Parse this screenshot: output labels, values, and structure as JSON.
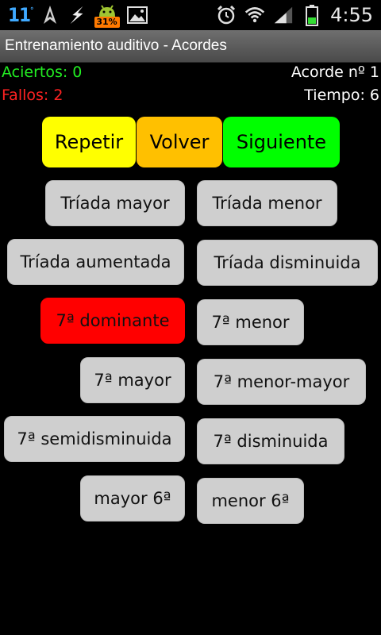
{
  "statusbar": {
    "temperature": "11",
    "temp_unit": "°",
    "battery_badge": "31%",
    "time": "4:55"
  },
  "app": {
    "title": "Entrenamiento auditivo - Acordes"
  },
  "stats": {
    "aciertos": "Aciertos: 0",
    "fallos": "Fallos: 2",
    "acorde": "Acorde nº 1",
    "tiempo": "Tiempo: 6"
  },
  "controls": {
    "repetir": "Repetir",
    "volver": "Volver",
    "siguiente": "Siguiente"
  },
  "colors": {
    "repetir": "#ffff00",
    "volver": "#ffc000",
    "siguiente": "#00ff00",
    "selected_chord": "#ff0000",
    "chord_button": "#cfcfcf"
  },
  "chords": [
    {
      "label": "Tríada mayor"
    },
    {
      "label": "Tríada menor"
    },
    {
      "label": "Tríada aumentada"
    },
    {
      "label": "Tríada disminuida"
    },
    {
      "label": "7ª dominante",
      "selected": true
    },
    {
      "label": "7ª menor"
    },
    {
      "label": "7ª mayor"
    },
    {
      "label": "7ª menor-mayor"
    },
    {
      "label": "7ª semidisminuida"
    },
    {
      "label": "7ª disminuida"
    },
    {
      "label": "mayor 6ª"
    },
    {
      "label": "menor 6ª"
    }
  ]
}
